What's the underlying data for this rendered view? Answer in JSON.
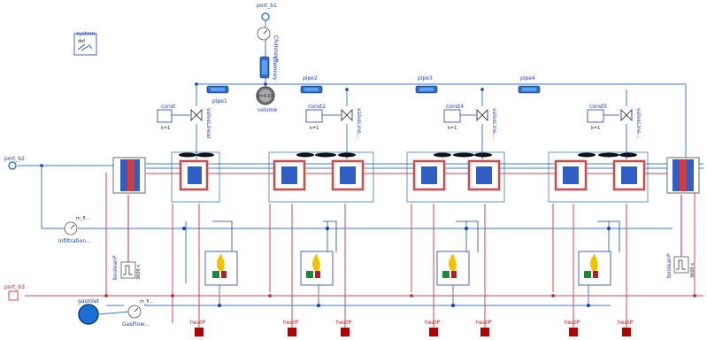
{
  "labels": {
    "system": "system",
    "system_sub": "def",
    "port_b1": "port_b1",
    "port_b2": "port_b2",
    "port_b3": "port_b3",
    "chimney_sensor": "ChimneyF...",
    "chimney": "Chimney",
    "volume": "volume",
    "volume_value": "V=0.01",
    "pipe1": "pipe1",
    "pipe2": "pipe2",
    "pipe3": "pipe3",
    "pipe4": "pipe4",
    "const1": "const",
    "const2": "const2",
    "const4": "const4",
    "const5": "const5",
    "const_k": "k=1",
    "valve1": "valveLinear",
    "valve2": "valveLine...",
    "valve3": "valveLine...",
    "valve4": "valveLine...",
    "infiltration": "Infiltration...",
    "gasinlet": "gasInlet",
    "gasflow": "GasFlow...",
    "boolean1": "booleanP",
    "boolean2": "booleanP",
    "bool_period": "3600 s",
    "heatp": "heatP",
    "sensor_m": "m_fl..."
  },
  "colors": {
    "fluid_line": "#3a7bd5",
    "heat_line": "#d04a4a",
    "signal_line": "#b0209a",
    "port_fill": "#8b0000"
  }
}
